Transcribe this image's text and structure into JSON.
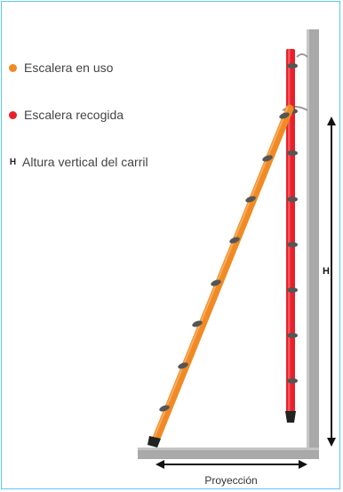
{
  "legend": {
    "items": [
      {
        "key": "dot",
        "color": "#f08a24",
        "label": "Escalera en uso"
      },
      {
        "key": "dot",
        "color": "#e8202a",
        "label": "Escalera recogida"
      },
      {
        "key": "H",
        "color": "#222222",
        "label": "Altura vertical del carril"
      }
    ]
  },
  "diagram": {
    "height_label": "H",
    "projection_label": "Proyección",
    "colors": {
      "frame_border": "#5fc4ea",
      "wall": "#a8a8a8",
      "ladder_in_use": "#f08a24",
      "ladder_stowed": "#e8202a",
      "arrows": "#111111"
    }
  }
}
